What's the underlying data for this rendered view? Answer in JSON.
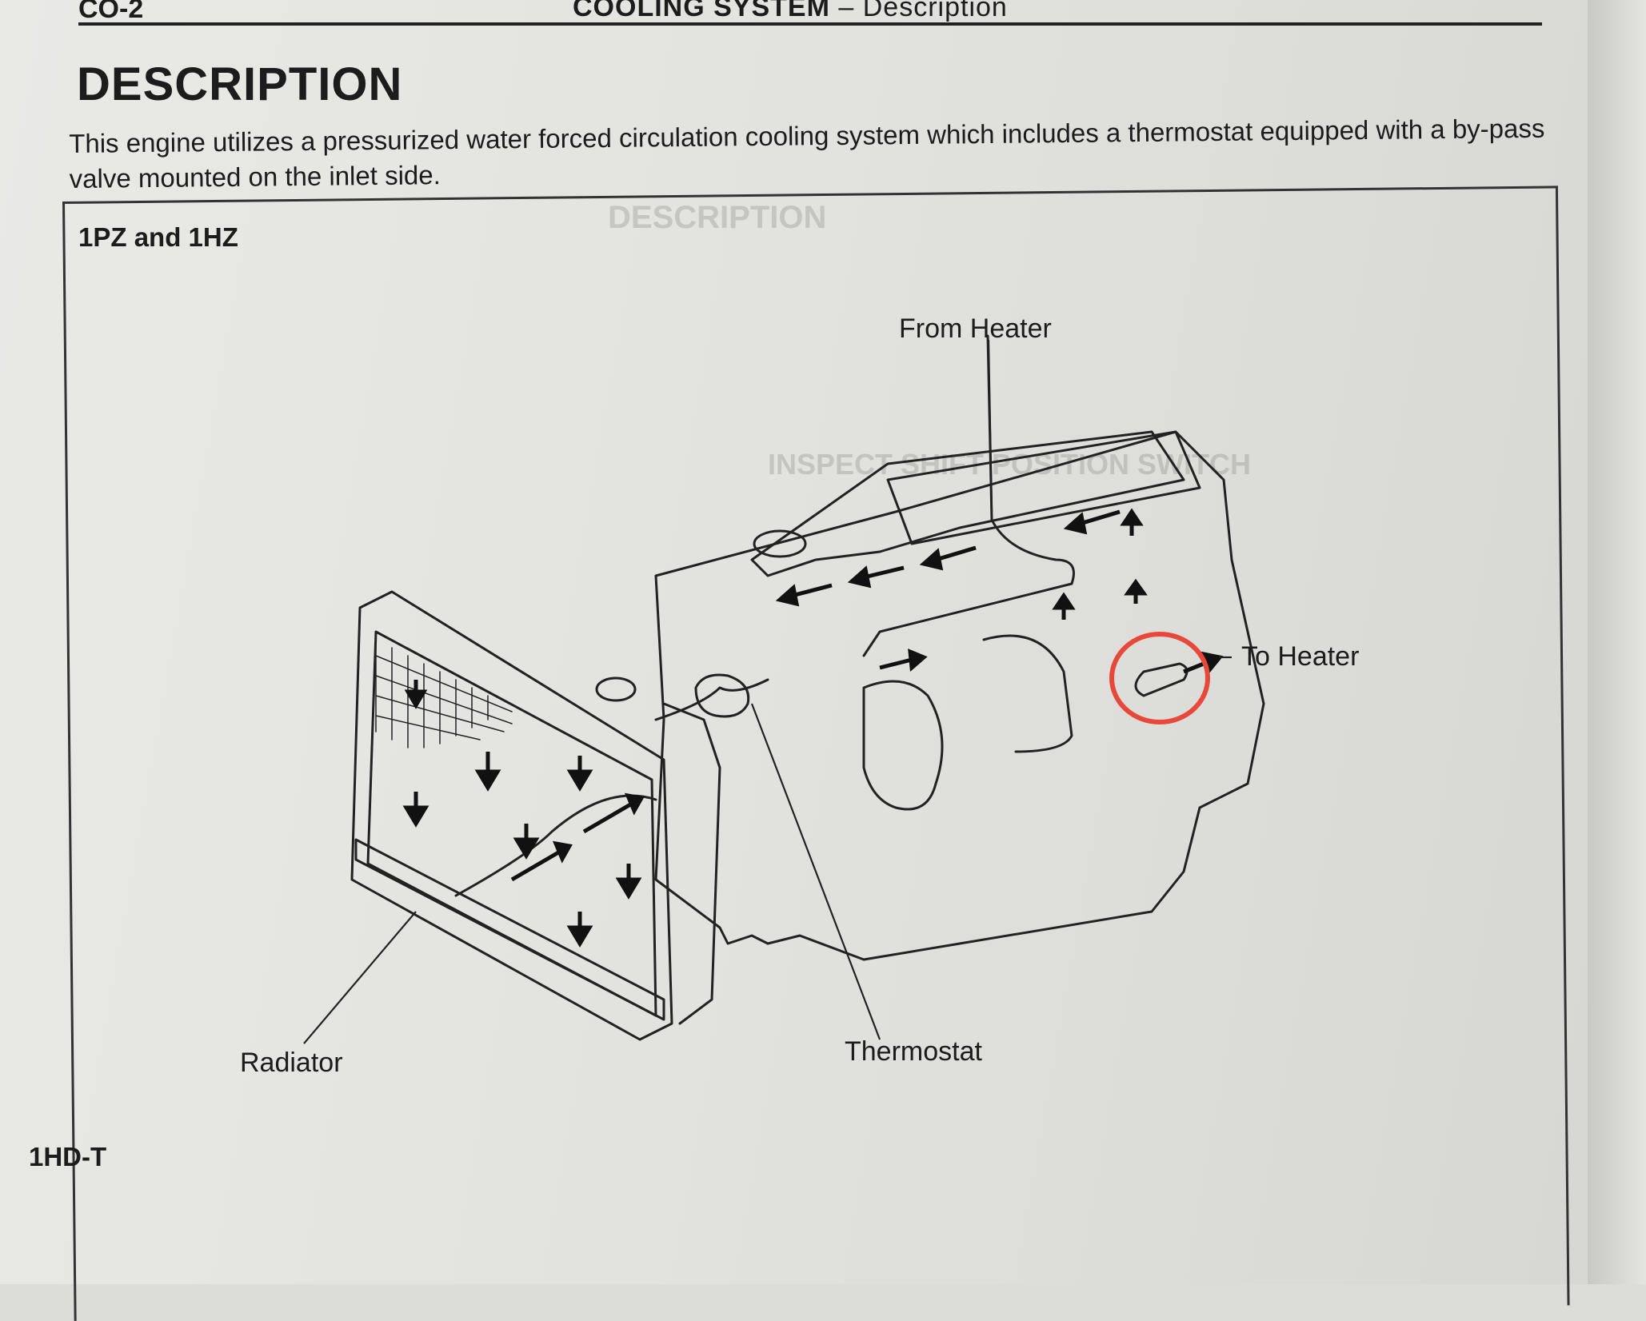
{
  "header": {
    "page_code": "CO-2",
    "section": "COOLING SYSTEM",
    "separator": "–",
    "subsection": "Description"
  },
  "title": "DESCRIPTION",
  "intro_text": "This engine utilizes a pressurized water forced circulation cooling system which includes a thermostat equipped with a by-pass valve mounted on the inlet side.",
  "diagram": {
    "variant_top": "1PZ and 1HZ",
    "variant_bottom": "1HD-T",
    "labels": {
      "from_heater": "From Heater",
      "to_heater": "To Heater",
      "radiator": "Radiator",
      "thermostat": "Thermostat"
    },
    "highlight_color": "#e8483a"
  }
}
